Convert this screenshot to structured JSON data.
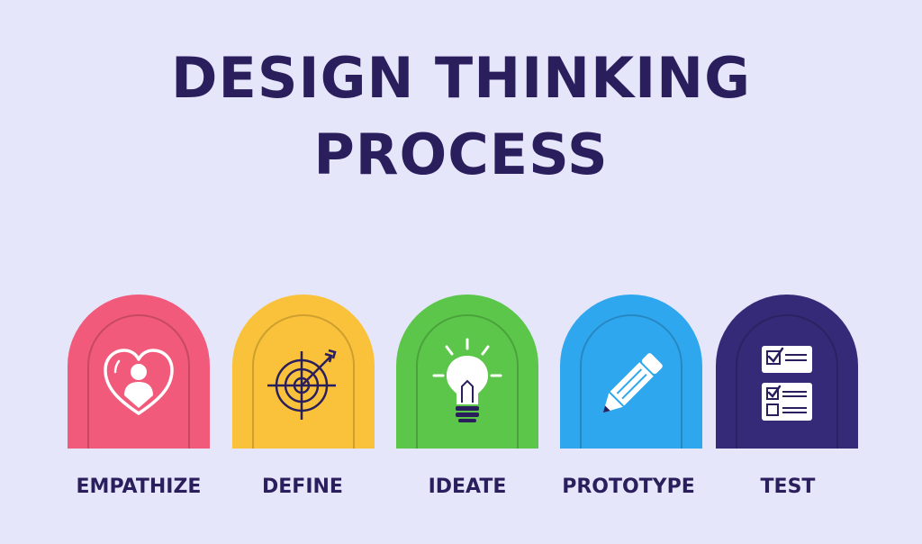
{
  "title": {
    "line1": "DESIGN THINKING",
    "line2": "PROCESS"
  },
  "stages": [
    {
      "label": "EMPATHIZE",
      "color": "#f15a7a",
      "icon": "heart-person-icon"
    },
    {
      "label": "DEFINE",
      "color": "#f9c23a",
      "icon": "target-arrow-icon"
    },
    {
      "label": "IDEATE",
      "color": "#5cc64a",
      "icon": "lightbulb-icon"
    },
    {
      "label": "PROTOTYPE",
      "color": "#2fa7ee",
      "icon": "pencil-icon"
    },
    {
      "label": "TEST",
      "color": "#352a78",
      "icon": "checklist-icon"
    }
  ]
}
